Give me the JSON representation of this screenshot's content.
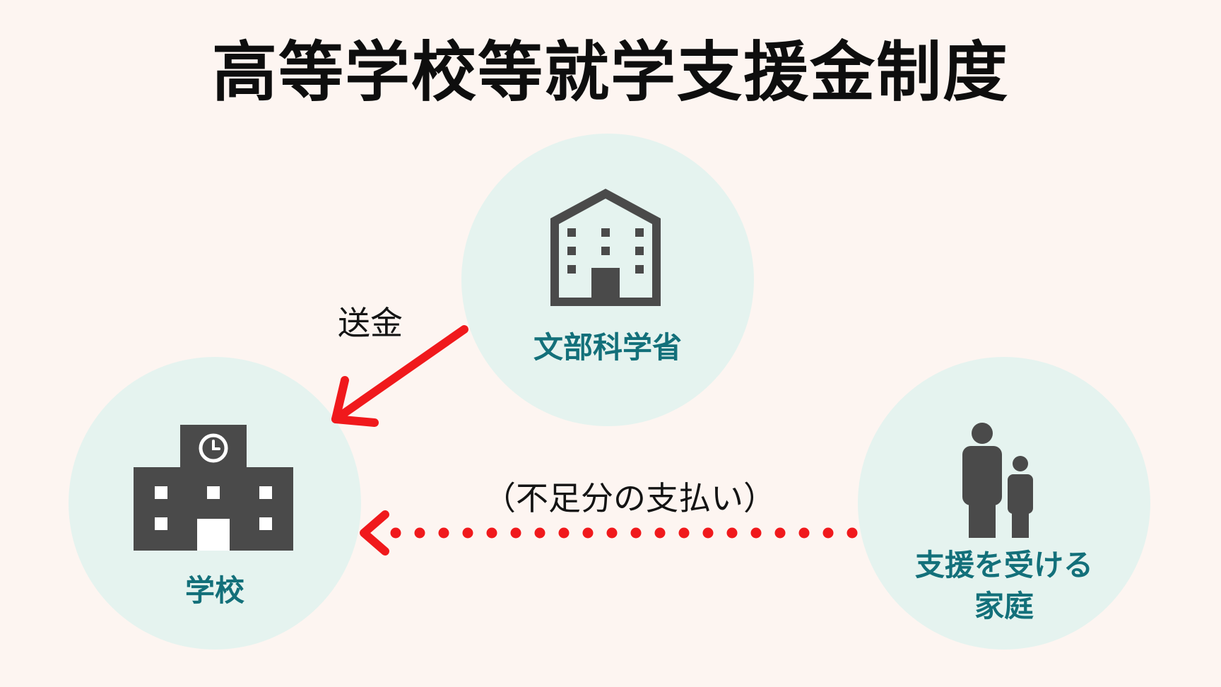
{
  "title": "高等学校等就学支援金制度",
  "colors": {
    "background": "#fdf5f1",
    "circle": "#e5f3ef",
    "node_label": "#13707a",
    "icon": "#4a4a4a",
    "arrow": "#f0191c"
  },
  "nodes": {
    "ministry": {
      "label": "文部科学省",
      "icon": "office-building-icon"
    },
    "school": {
      "label": "学校",
      "icon": "school-building-icon"
    },
    "family": {
      "label_line1": "支援を受ける",
      "label_line2": "家庭",
      "icon": "parent-child-icon"
    }
  },
  "flows": {
    "ministry_to_school": {
      "label": "送金",
      "style": "solid"
    },
    "family_to_school": {
      "label": "（不足分の支払い）",
      "style": "dotted"
    }
  }
}
